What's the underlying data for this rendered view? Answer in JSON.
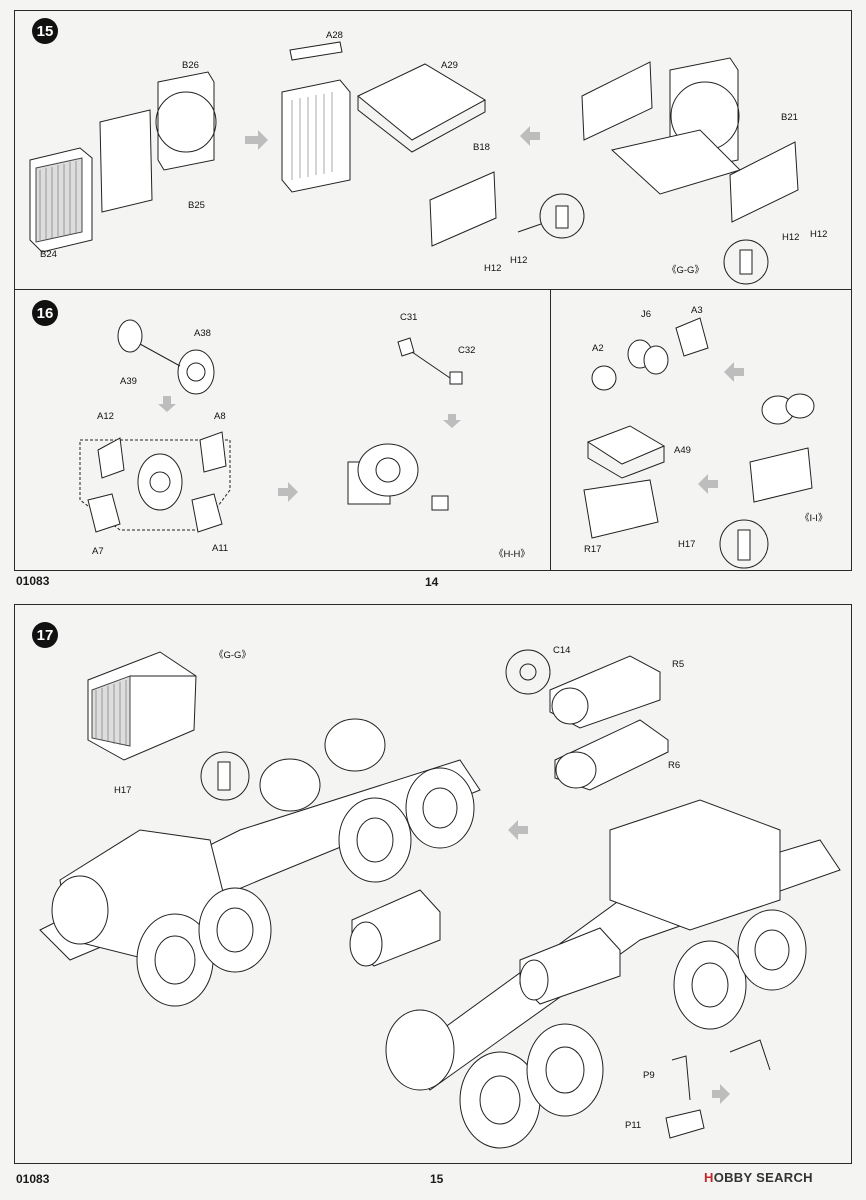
{
  "page_top": {
    "catalog": "01083",
    "page_number": "14",
    "step15": {
      "number": "15",
      "labels": {
        "b26": "B26",
        "b25": "B25",
        "b24": "B24",
        "a28": "A28",
        "a29": "A29",
        "b18": "B18",
        "h12a": "H12",
        "h12b": "H12",
        "b21": "B21",
        "h12c": "H12",
        "h12d": "H12",
        "view": "《G-G》"
      }
    },
    "step16": {
      "number": "16",
      "labels": {
        "a38": "A38",
        "a39": "A39",
        "a12": "A12",
        "a8": "A8",
        "a7": "A7",
        "a11": "A11",
        "c31": "C31",
        "c32": "C32",
        "view": "《H-H》"
      }
    },
    "step16b": {
      "labels": {
        "j6": "J6",
        "a3": "A3",
        "a2": "A2",
        "a49": "A49",
        "r17": "R17",
        "h17": "H17",
        "view": "《I-I》"
      }
    }
  },
  "page_bottom": {
    "catalog": "01083",
    "page_number": "15",
    "step17": {
      "number": "17",
      "labels": {
        "view": "《G-G》",
        "h17": "H17",
        "c14": "C14",
        "r5": "R5",
        "r6": "R6",
        "p9": "P9",
        "p11": "P11"
      }
    }
  },
  "watermark": {
    "brand_red": "H",
    "brand_rest": "OBBY SEARCH"
  }
}
